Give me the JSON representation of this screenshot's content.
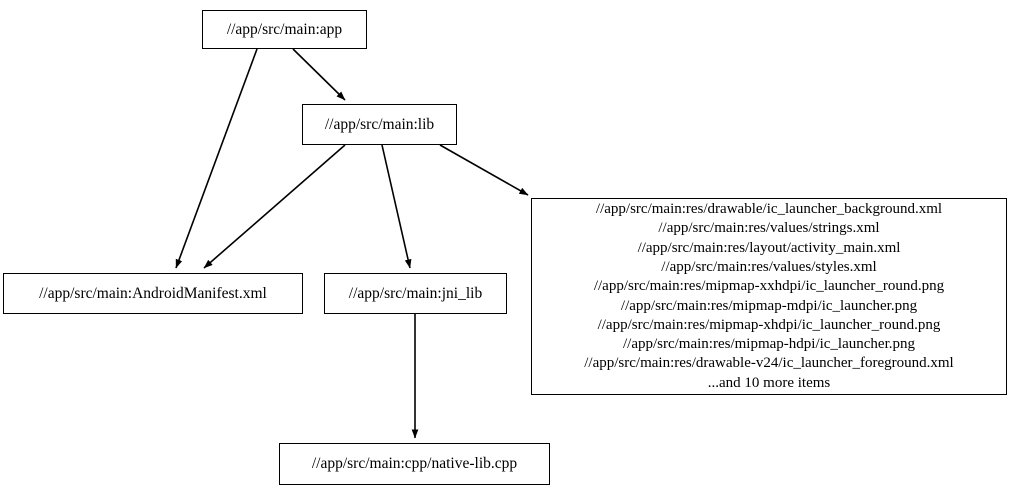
{
  "graph": {
    "type": "dependency-graph",
    "direction": "top-to-bottom",
    "background_color": "#ffffff",
    "node_border_color": "#000000",
    "edge_color": "#000000",
    "text_color": "#000000"
  },
  "nodes": {
    "app": {
      "label": "//app/src/main:app"
    },
    "lib": {
      "label": "//app/src/main:lib"
    },
    "manifest": {
      "label": "//app/src/main:AndroidManifest.xml"
    },
    "jni_lib": {
      "label": "//app/src/main:jni_lib"
    },
    "native_lib": {
      "label": "//app/src/main:cpp/native-lib.cpp"
    },
    "resources": {
      "lines": [
        "//app/src/main:res/drawable/ic_launcher_background.xml",
        "//app/src/main:res/values/strings.xml",
        "//app/src/main:res/layout/activity_main.xml",
        "//app/src/main:res/values/styles.xml",
        "//app/src/main:res/mipmap-xxhdpi/ic_launcher_round.png",
        "//app/src/main:res/mipmap-mdpi/ic_launcher.png",
        "//app/src/main:res/mipmap-xhdpi/ic_launcher_round.png",
        "//app/src/main:res/mipmap-hdpi/ic_launcher.png",
        "//app/src/main:res/drawable-v24/ic_launcher_foreground.xml",
        "...and 10 more items"
      ],
      "more_items_count": 10
    }
  },
  "edges": [
    {
      "from": "app",
      "to": "lib"
    },
    {
      "from": "app",
      "to": "manifest"
    },
    {
      "from": "lib",
      "to": "manifest"
    },
    {
      "from": "lib",
      "to": "jni_lib"
    },
    {
      "from": "lib",
      "to": "resources"
    },
    {
      "from": "jni_lib",
      "to": "native_lib"
    }
  ]
}
